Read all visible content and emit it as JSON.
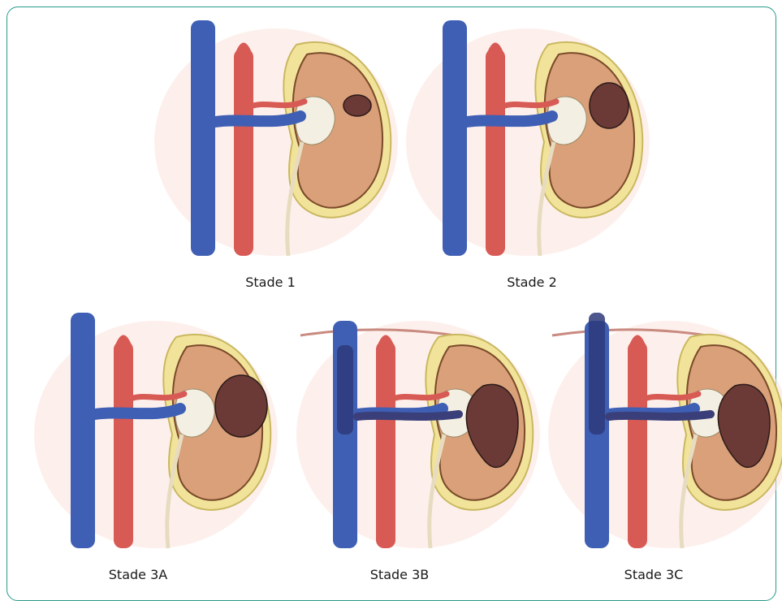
{
  "figure": {
    "border_color": "#2a9a8c",
    "panels": [
      {
        "id": "stage1",
        "label": "Stade 1",
        "tumor": "small"
      },
      {
        "id": "stage2",
        "label": "Stade 2",
        "tumor": "medium"
      },
      {
        "id": "stage3a",
        "label": "Stade 3A",
        "tumor": "large"
      },
      {
        "id": "stage3b",
        "label": "Stade 3B",
        "tumor": "renal-vein"
      },
      {
        "id": "stage3c",
        "label": "Stade 3C",
        "tumor": "vena-cava"
      }
    ],
    "colors": {
      "vein": "#3f5fb4",
      "artery": "#d85a55",
      "kidney": "#d9a079",
      "kidney_outline": "#7a4a2a",
      "fat": "#f2e39a",
      "tumor": "#6b3a36",
      "pelvis": "#f3efe2",
      "diaphragm": "#c98a80"
    }
  }
}
